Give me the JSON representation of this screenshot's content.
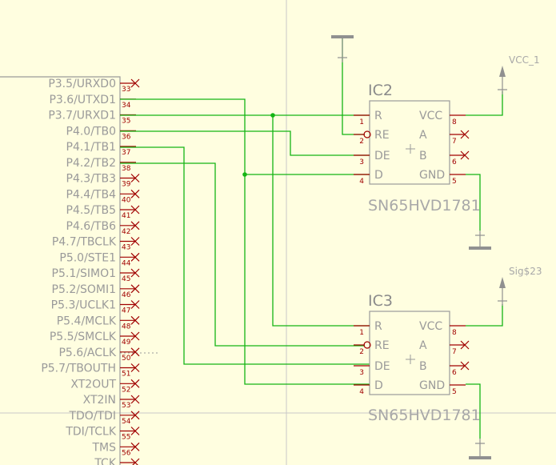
{
  "mcu": {
    "pins": [
      {
        "label": "P3.5/URXD0",
        "num": "33"
      },
      {
        "label": "P3.6/UTXD1",
        "num": "34"
      },
      {
        "label": "P3.7/URXD1",
        "num": "35"
      },
      {
        "label": "P4.0/TB0",
        "num": "36"
      },
      {
        "label": "P4.1/TB1",
        "num": "37"
      },
      {
        "label": "P4.2/TB2",
        "num": "38"
      },
      {
        "label": "P4.3/TB3",
        "num": "39"
      },
      {
        "label": "P4.4/TB4",
        "num": "40"
      },
      {
        "label": "P4.5/TB5",
        "num": "41"
      },
      {
        "label": "P4.6/TB6",
        "num": "42"
      },
      {
        "label": "P4.7/TBCLK",
        "num": "43"
      },
      {
        "label": "P5.0/STE1",
        "num": "44"
      },
      {
        "label": "P5.1/SIMO1",
        "num": "45"
      },
      {
        "label": "P5.2/SOMI1",
        "num": "46"
      },
      {
        "label": "P5.3/UCLK1",
        "num": "47"
      },
      {
        "label": "P5.4/MCLK",
        "num": "48"
      },
      {
        "label": "P5.5/SMCLK",
        "num": "49"
      },
      {
        "label": "P5.6/ACLK",
        "num": "50"
      },
      {
        "label": "P5.7/TBOUTH",
        "num": "51"
      },
      {
        "label": "XT2OUT",
        "num": "52"
      },
      {
        "label": "XT2IN",
        "num": "53"
      },
      {
        "label": "TDO/TDI",
        "num": "54"
      },
      {
        "label": "TDI/TCLK",
        "num": "55"
      },
      {
        "label": "TMS",
        "num": "56"
      },
      {
        "label": "TCK",
        "num": "57"
      }
    ]
  },
  "ic2": {
    "name": "IC2",
    "value": "SN65HVD1781",
    "pins_left": [
      {
        "label": "R",
        "num": "1"
      },
      {
        "label": "RE",
        "num": "2"
      },
      {
        "label": "DE",
        "num": "3"
      },
      {
        "label": "D",
        "num": "4"
      }
    ],
    "pins_right": [
      {
        "label": "VCC",
        "num": "8"
      },
      {
        "label": "A",
        "num": "7"
      },
      {
        "label": "B",
        "num": "6"
      },
      {
        "label": "GND",
        "num": "5"
      }
    ]
  },
  "ic3": {
    "name": "IC3",
    "value": "SN65HVD1781",
    "pins_left": [
      {
        "label": "R",
        "num": "1"
      },
      {
        "label": "RE",
        "num": "2"
      },
      {
        "label": "DE",
        "num": "3"
      },
      {
        "label": "D",
        "num": "4"
      }
    ],
    "pins_right": [
      {
        "label": "VCC",
        "num": "8"
      },
      {
        "label": "A",
        "num": "7"
      },
      {
        "label": "B",
        "num": "6"
      },
      {
        "label": "GND",
        "num": "5"
      }
    ]
  },
  "nets": {
    "vcc1": "VCC_1",
    "sig23": "Sig$23"
  },
  "colors": {
    "background": "#fffee0",
    "wire": "#14b414",
    "pin": "#a00000",
    "text": "#9a9a9a"
  }
}
